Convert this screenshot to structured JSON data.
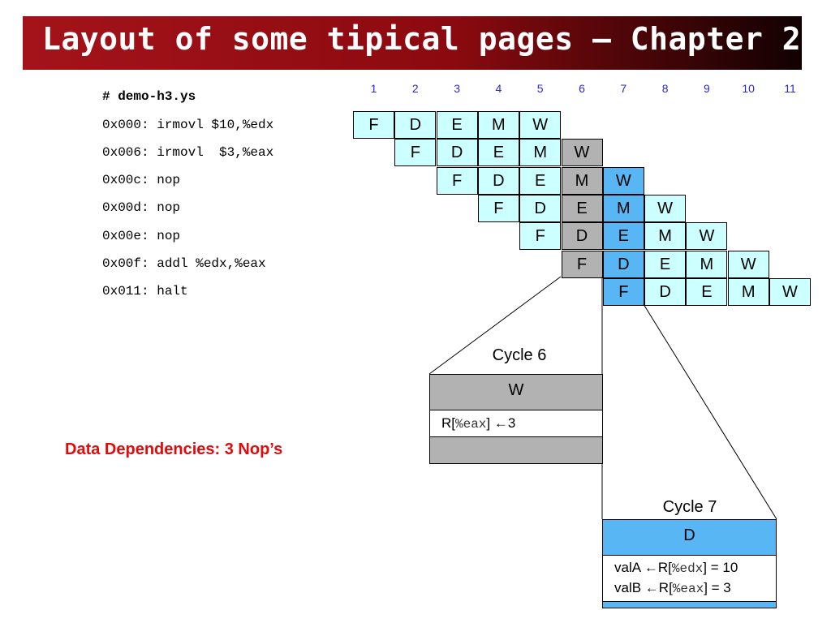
{
  "slide": {
    "title": "Layout of some tipical pages – Chapter 2",
    "accent_color": "#a4131a"
  },
  "program": {
    "header": "# demo-h3.ys",
    "lines": [
      "0x000: irmovl $10,%edx",
      "0x006: irmovl  $3,%eax",
      "0x00c: nop",
      "0x00d: nop",
      "0x00e: nop",
      "0x00f: addl %edx,%eax",
      "0x011: halt"
    ]
  },
  "pipeline": {
    "cycles": [
      "1",
      "2",
      "3",
      "4",
      "5",
      "6",
      "7",
      "8",
      "9",
      "10",
      "11"
    ],
    "stages": [
      "F",
      "D",
      "E",
      "M",
      "W"
    ],
    "colors": {
      "normal": "#ccffff",
      "cycle6": "#b2b2b2",
      "cycle7": "#58b6f4"
    }
  },
  "cycle6": {
    "label": "Cycle 6",
    "stage": "W",
    "entry_prefix": "R[",
    "entry_reg": "%eax",
    "entry_suffix": "] ←3"
  },
  "cycle7": {
    "label": "Cycle 7",
    "stage": "D",
    "row1_prefix": "valA ←R[",
    "row1_reg": "%edx",
    "row1_suffix": "] = 10",
    "row2_prefix": "valB ←R[",
    "row2_reg": "%eax",
    "row2_suffix": "] = 3"
  },
  "dependency_label": "Data Dependencies: 3 Nop’s"
}
